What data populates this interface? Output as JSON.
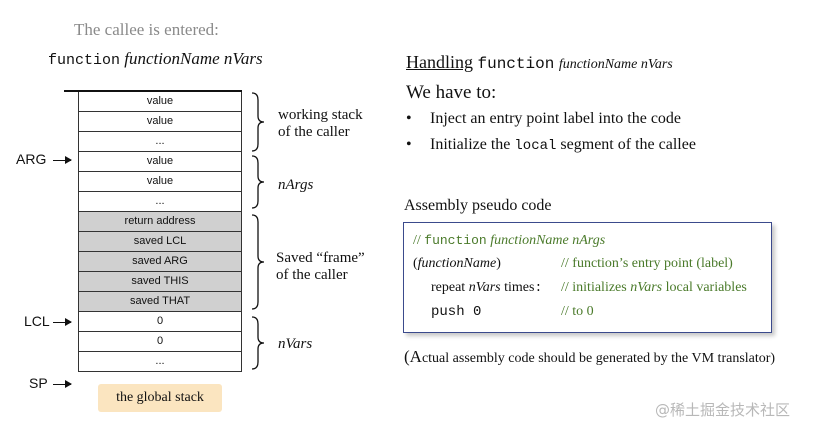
{
  "title": {
    "callee_entered": "The callee is entered:",
    "keyword": "function",
    "signature": "functionName nVars"
  },
  "stack": {
    "cells": [
      {
        "text": "value",
        "shaded": false
      },
      {
        "text": "value",
        "shaded": false
      },
      {
        "text": "...",
        "shaded": false
      },
      {
        "text": "value",
        "shaded": false
      },
      {
        "text": "value",
        "shaded": false
      },
      {
        "text": "...",
        "shaded": false
      },
      {
        "text": "return address",
        "shaded": true
      },
      {
        "text": "saved LCL",
        "shaded": true
      },
      {
        "text": "saved ARG",
        "shaded": true
      },
      {
        "text": "saved THIS",
        "shaded": true
      },
      {
        "text": "saved THAT",
        "shaded": true
      },
      {
        "text": "0",
        "shaded": false
      },
      {
        "text": "0",
        "shaded": false
      },
      {
        "text": "...",
        "shaded": false
      }
    ],
    "pointers": {
      "arg": "ARG",
      "lcl": "LCL",
      "sp": "SP"
    },
    "braces": {
      "working_stack_1": "working stack",
      "working_stack_2": "of the caller",
      "nargs": "nArgs",
      "frame_1": "Saved “frame”",
      "frame_2": "of the caller",
      "nvars": "nVars"
    },
    "label": "the global stack"
  },
  "handling": {
    "word": "Handling",
    "keyword": "function",
    "signature": "functionName nVars"
  },
  "we_have_to": "We have to:",
  "bullets": {
    "b1": "Inject an entry point label into the code",
    "b2_pre": "Initialize the ",
    "b2_code": "local",
    "b2_post": " segment of the callee"
  },
  "assembly": {
    "title": "Assembly pseudo code",
    "l1_slashes": "// ",
    "l1_keyword": "function",
    "l1_sig": " functionName nArgs",
    "l2_open": "(",
    "l2_name": "functionName",
    "l2_close": ")",
    "l2_comment": "// function’s entry point (label)",
    "l3_repeat": "repeat ",
    "l3_nvars": "nVars",
    "l3_times": " times",
    "l3_colon": ":",
    "l3_comment_pre": "// initializes ",
    "l3_comment_nvars": "nVars",
    "l3_comment_post": " local variables",
    "l4_code": "push 0",
    "l4_comment": "// to 0"
  },
  "note": {
    "open": "(",
    "first": "A",
    "rest": "ctual assembly code should be generated by the VM translator)"
  },
  "watermark": "@稀土掘金技术社区",
  "colors": {
    "shaded_cell": "#d0d0d0",
    "global_stack_bg": "#fbe5c0",
    "comment_green": "#4a7a2a",
    "box_border": "#3b4a8c"
  }
}
